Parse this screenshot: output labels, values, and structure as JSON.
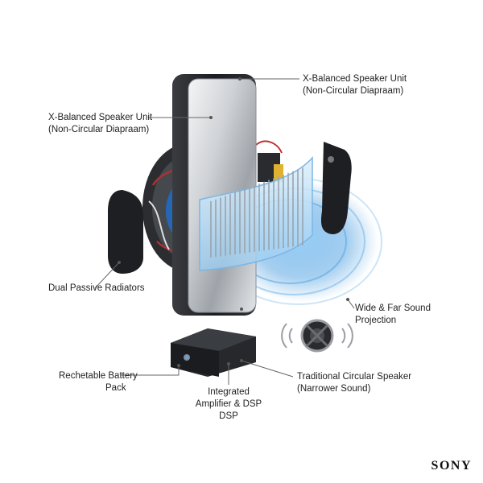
{
  "labels": {
    "xbal_top": {
      "line1": "X-Balanced Speaker Unit",
      "line2": "(Non-Circular Diapraam)"
    },
    "xbal_left": {
      "line1": "X-Balanced Speaker Unit",
      "line2": "(Non-Circular Diapraam)"
    },
    "passive": {
      "line1": "Dual Passive Radiators"
    },
    "wide": {
      "line1": "Wide & Far Sound",
      "line2": "Projection"
    },
    "battery": {
      "line1": "Rechetable Battery",
      "line2": "Pack"
    },
    "amp": {
      "line1": "Integrated",
      "line2": "Amplifier & DSP",
      "line3": "DSP"
    },
    "traditional": {
      "line1": "Traditional Circular Speaker",
      "line2": "(Narrower Sound)"
    }
  },
  "brand": "SONY",
  "colors": {
    "accent_blue": "#5aa8e6",
    "panel_silver": "#c9ccd1",
    "dark_housing": "#1f2124"
  },
  "icons": {
    "no_circular": "circular-speaker-crossed-icon",
    "sound_waves": "sound-wave-icon"
  }
}
